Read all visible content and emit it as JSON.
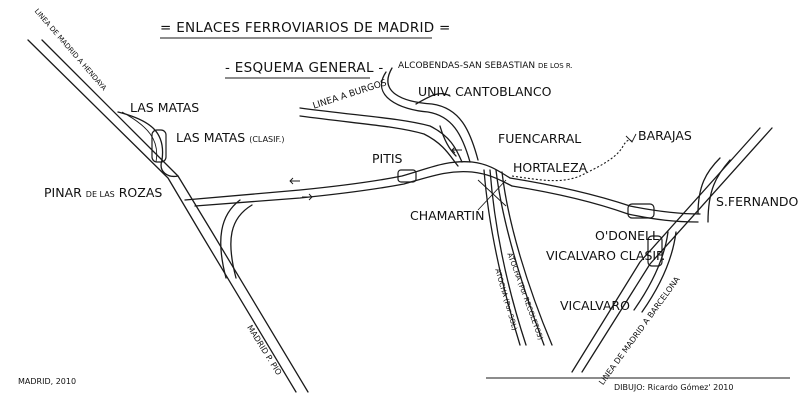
{
  "header": {
    "title": "= ENLACES FERROVIARIOS DE MADRID =",
    "subtitle": "- ESQUEMA GENERAL -"
  },
  "stations": {
    "las_matas": "LAS MATAS",
    "las_matas_clasif": "LAS MATAS",
    "las_matas_clasif_suffix": "(CLASIF.)",
    "pinar_de_las_rozas_1": "PINAR",
    "pinar_de_las_rozas_2": "DE LAS",
    "pinar_de_las_rozas_3": "ROZAS",
    "pitis": "PITIS",
    "univ_cantoblanco": "UNIV. CANTOBLANCO",
    "alcobendas_main": "ALCOBENDAS-SAN SEBASTIAN",
    "alcobendas_suffix": "DE LOS R.",
    "fuencarral": "FUENCARRAL",
    "barajas": "BARAJAS",
    "hortaleza": "HORTALEZA",
    "chamartin": "CHAMARTIN",
    "s_fernando": "S.FERNANDO",
    "odonell": "O'DONELL",
    "vicalvaro_clasif": "VICALVARO CLASIF.",
    "vicalvaro": "VICALVARO"
  },
  "lines": {
    "madrid_hendaya": "LINEA DE MADRID A HENDAYA",
    "a_burgos": "LINEA A BURGOS",
    "madrid_pio": "MADRID P. PIO",
    "atocha_sol": "ATOCHA (Por SOL)",
    "atocha_recoletos": "ATOCHA (Por RECOLETOS)",
    "madrid_barcelona": "LINEA DE MADRID A BARCELONA"
  },
  "footer": {
    "place_year": "MADRID, 2010",
    "credit": "DIBUJO: Ricardo Gómez' 2010"
  }
}
